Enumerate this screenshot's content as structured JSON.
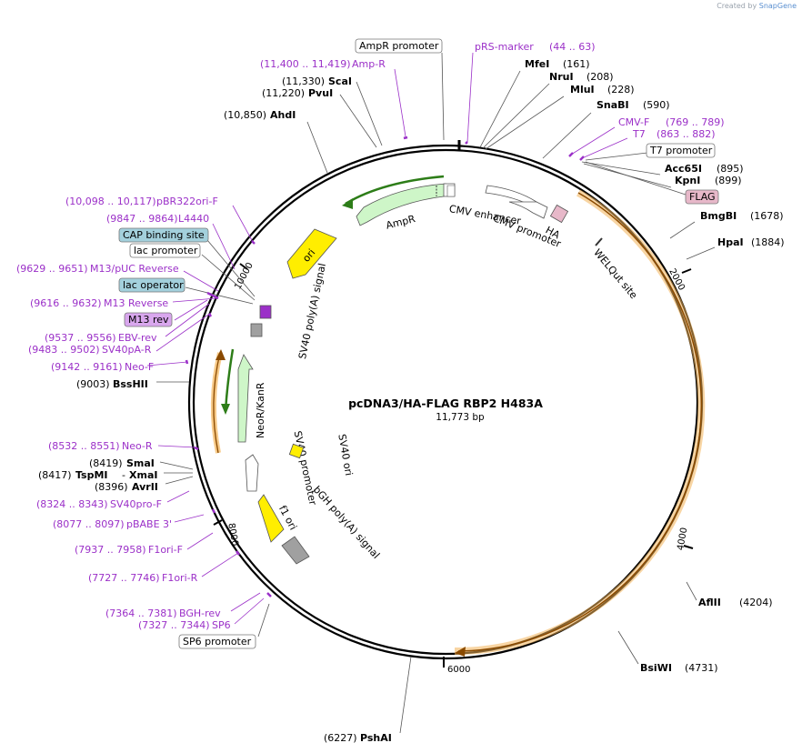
{
  "credit": {
    "prefix": "Created by",
    "brand": "SnapGene"
  },
  "plasmid": {
    "name": "pcDNA3/HA-FLAG RBP2 H483A",
    "length_label": "11,773 bp",
    "length": 11773
  },
  "ticks": [
    "2000",
    "4000",
    "6000",
    "8000",
    "10000"
  ],
  "sites": [
    {
      "name": "MfeI",
      "pos": "(161)"
    },
    {
      "name": "NruI",
      "pos": "(208)"
    },
    {
      "name": "MluI",
      "pos": "(228)"
    },
    {
      "name": "SnaBI",
      "pos": "(590)"
    },
    {
      "name": "Acc65I",
      "pos": "(895)"
    },
    {
      "name": "KpnI",
      "pos": "(899)"
    },
    {
      "name": "BmgBI",
      "pos": "(1678)"
    },
    {
      "name": "HpaI",
      "pos": "(1884)"
    },
    {
      "name": "AflII",
      "pos": "(4204)"
    },
    {
      "name": "BsiWI",
      "pos": "(4731)"
    },
    {
      "name": "PshAI",
      "pos": "(6227)"
    },
    {
      "name": "AvrII",
      "pos": "(8396)"
    },
    {
      "name": "XmaI",
      "pos": ""
    },
    {
      "name": "TspMI",
      "pos": "(8417)"
    },
    {
      "name": "SmaI",
      "pos": "(8419)"
    },
    {
      "name": "BssHII",
      "pos": "(9003)"
    },
    {
      "name": "AhdI",
      "pos": "(10,850)"
    },
    {
      "name": "PvuI",
      "pos": "(11,220)"
    },
    {
      "name": "ScaI",
      "pos": "(11,330)"
    }
  ],
  "primers": [
    {
      "name": "pRS-marker",
      "pos": "(44 .. 63)"
    },
    {
      "name": "CMV-F",
      "pos": "(769 .. 789)"
    },
    {
      "name": "T7",
      "pos": "(863 .. 882)"
    },
    {
      "name": "Amp-R",
      "pos": "(11,400 .. 11,419)"
    },
    {
      "name": "pBR322ori-F",
      "pos": "(10,098 .. 10,117)"
    },
    {
      "name": "L4440",
      "pos": "(9847 .. 9864)"
    },
    {
      "name": "M13/pUC Reverse",
      "pos": "(9629 .. 9651)"
    },
    {
      "name": "M13 Reverse",
      "pos": "(9616 .. 9632)"
    },
    {
      "name": "EBV-rev",
      "pos": "(9537 .. 9556)"
    },
    {
      "name": "SV40pA-R",
      "pos": "(9483 .. 9502)"
    },
    {
      "name": "Neo-F",
      "pos": "(9142 .. 9161)"
    },
    {
      "name": "Neo-R",
      "pos": "(8532 .. 8551)"
    },
    {
      "name": "SV40pro-F",
      "pos": "(8324 .. 8343)"
    },
    {
      "name": "pBABE 3'",
      "pos": "(8077 .. 8097)"
    },
    {
      "name": "F1ori-F",
      "pos": "(7937 .. 7958)"
    },
    {
      "name": "F1ori-R",
      "pos": "(7727 .. 7746)"
    },
    {
      "name": "BGH-rev",
      "pos": "(7364 .. 7381)"
    },
    {
      "name": "SP6",
      "pos": "(7327 .. 7344)"
    }
  ],
  "boxed": [
    {
      "text": "AmpR promoter",
      "fill": "#ffffff"
    },
    {
      "text": "T7 promoter",
      "fill": "#ffffff"
    },
    {
      "text": "FLAG",
      "fill": "#e7b8c9"
    },
    {
      "text": "CAP binding site",
      "fill": "#a3d0dc"
    },
    {
      "text": "lac promoter",
      "fill": "#ffffff"
    },
    {
      "text": "lac operator",
      "fill": "#a3d0dc"
    },
    {
      "text": "M13 rev",
      "fill": "#d9a7ee"
    },
    {
      "text": "SP6 promoter",
      "fill": "#ffffff"
    }
  ],
  "features": [
    {
      "name": "AmpR"
    },
    {
      "name": "CMV enhancer"
    },
    {
      "name": "CMV promoter"
    },
    {
      "name": "HA"
    },
    {
      "name": "WELQut site"
    },
    {
      "name": "ori"
    },
    {
      "name": "SV40 poly(A) signal"
    },
    {
      "name": "NeoR/KanR"
    },
    {
      "name": "SV40 promoter"
    },
    {
      "name": "SV40 ori"
    },
    {
      "name": "f1 ori"
    },
    {
      "name": "bGH poly(A) signal"
    }
  ],
  "colors": {
    "backbone": "#000000",
    "primer": "#9b30c8",
    "orf_orange": "#f3b357",
    "amp_green": "#cef6c8",
    "ori_yellow": "#ffee00",
    "grey_feature": "#a0a0a0"
  }
}
